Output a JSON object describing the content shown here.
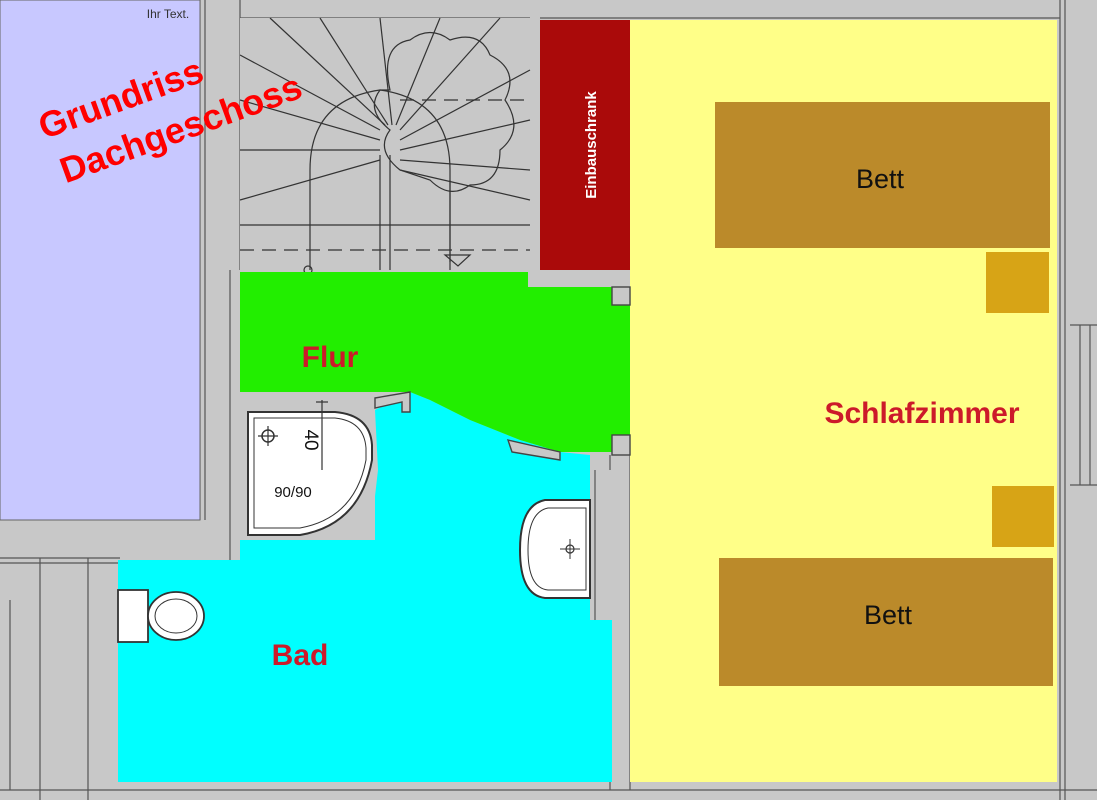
{
  "plan": {
    "title_line1": "Grundriss",
    "title_line2": "Dachgeschoss",
    "placeholder_text": "Ihr Text.",
    "rooms": {
      "hall": "Flur",
      "bath": "Bad",
      "bedroom": "Schlafzimmer",
      "closet": "Einbauschrank"
    },
    "bed_top_label": "Bett",
    "bed_bottom_label": "Bett",
    "shower_size": "90/90",
    "shower_dim": "40"
  },
  "colors": {
    "wall": "#c8c8c8",
    "left_room": "#c8c8ff",
    "hall": "#22ee00",
    "bath": "#00ffff",
    "bedroom": "#ffff88",
    "closet": "#aa0a0a",
    "bed": "#bb8a2a",
    "nightstand": "#d7a416",
    "label_red": "#cc1a2a",
    "title_red": "#ff0000"
  }
}
